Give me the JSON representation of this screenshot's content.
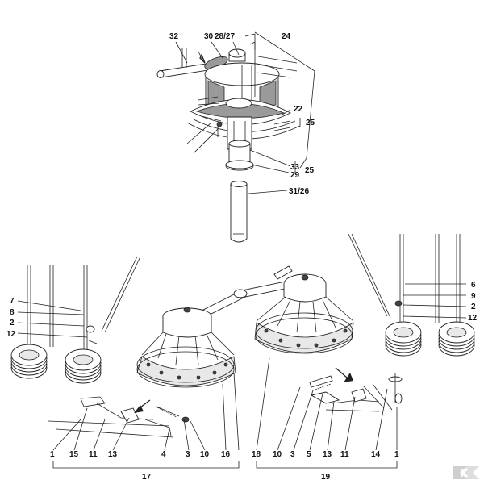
{
  "diagram": {
    "top_labels": {
      "l32": "32",
      "l30": "30",
      "l2827": "28/27",
      "l24": "24",
      "l22": "22",
      "l25a": "25",
      "l33": "33",
      "l29": "29",
      "l25b": "25",
      "l3126": "31/26"
    },
    "left_labels": {
      "l7": "7",
      "l8": "8",
      "l2": "2",
      "l12": "12"
    },
    "right_labels": {
      "l6": "6",
      "l9": "9",
      "l2": "2",
      "l12": "12"
    },
    "bottom_labels": {
      "b1a": "1",
      "b15": "15",
      "b11a": "11",
      "b13a": "13",
      "b4": "4",
      "b3a": "3",
      "b10a": "10",
      "b16": "16",
      "b18": "18",
      "b10b": "10",
      "b3b": "3",
      "b5": "5",
      "b13b": "13",
      "b11b": "11",
      "b14": "14",
      "b1b": "1"
    },
    "group_labels": {
      "g17": "17",
      "g19": "19"
    },
    "logo": "K"
  },
  "colors": {
    "ink": "#222222",
    "shade": "#9a9a9a",
    "logo": "#cfcfcf"
  }
}
